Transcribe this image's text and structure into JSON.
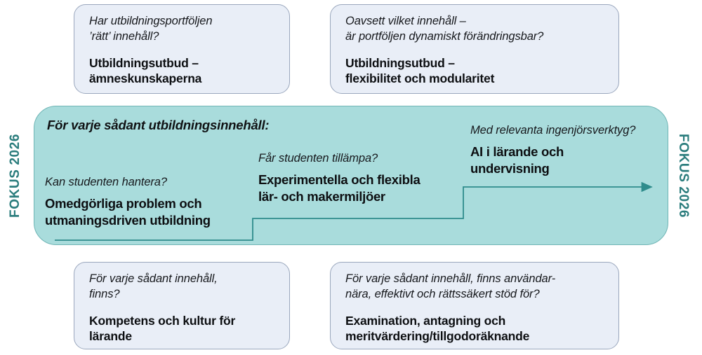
{
  "diagram": {
    "title": "FOKUS 2026 utbildningsinnehall diagram",
    "colors": {
      "teal_fill": "#a9dcdc",
      "teal_stroke": "#6fb5b5",
      "teal_text": "#2b7d7d",
      "box_fill": "#e9eef7",
      "box_stroke": "#9aa7bd",
      "text": "#101214"
    }
  },
  "side_labels": {
    "left": "FOKUS 2026",
    "right": "FOKUS 2026"
  },
  "top_boxes": [
    {
      "id": "box-tl",
      "question": "Har utbildningsportföljen\n’rätt’ innehåll?",
      "answer": "Utbildningsutbud –\nämneskunskaperna"
    },
    {
      "id": "box-tr",
      "question": "Oavsett vilket innehåll –\när portföljen dynamiskt förändringsbar?",
      "answer": "Utbildningsutbud –\nflexibilitet och modularitet"
    }
  ],
  "panel": {
    "heading": "För varje sådant utbildningsinnehåll:",
    "steps": [
      {
        "id": "step-1",
        "question": "Kan studenten hantera?",
        "answer": "Omedgörliga problem och\nutmaningsdriven utbildning"
      },
      {
        "id": "step-2",
        "question": "Får studenten tillämpa?",
        "answer": "Experimentella och flexibla\nlär- och makermiljöer"
      },
      {
        "id": "step-3",
        "question": "Med relevanta ingenjörsverktyg?",
        "answer": "AI i lärande och\nundervisning"
      }
    ],
    "arrow": {
      "name": "ascending-staircase-arrow",
      "direction": "left-to-right-ascending"
    }
  },
  "bottom_boxes": [
    {
      "id": "box-bl",
      "question": "För varje sådant innehåll,\nfinns?",
      "answer": "Kompetens och kultur för\nlärande"
    },
    {
      "id": "box-br",
      "question": "För varje sådant innehåll, finns användar-\nnära, effektivt och rättssäkert stöd för?",
      "answer": "Examination, antagning och\nmeritvärdering/tillgodoräknande"
    }
  ]
}
